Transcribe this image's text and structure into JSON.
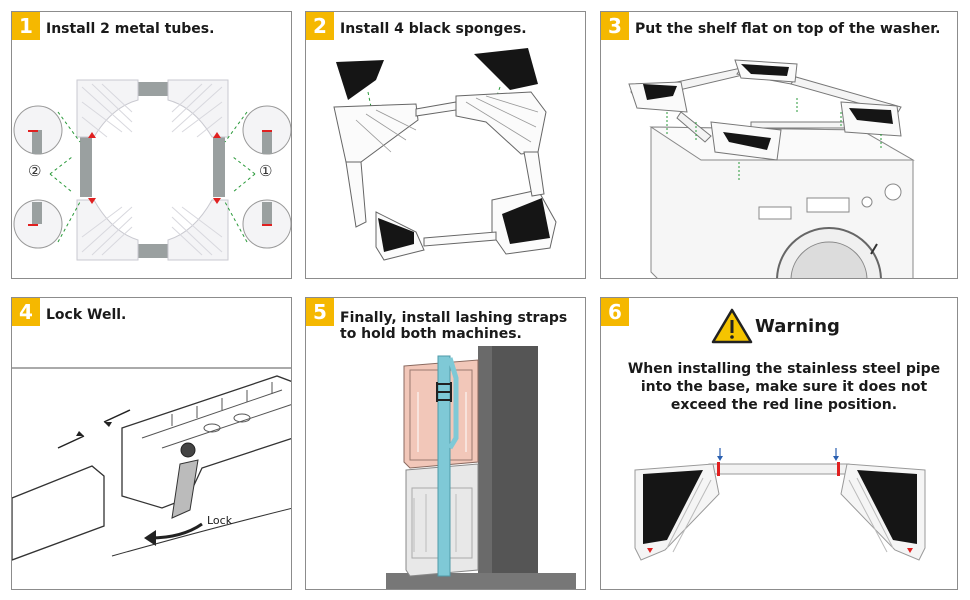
{
  "steps": [
    {
      "number": "1",
      "title": "Install 2 metal tubes."
    },
    {
      "number": "2",
      "title": "Install 4 black sponges."
    },
    {
      "number": "3",
      "title": "Put the shelf flat on top of the washer."
    },
    {
      "number": "4",
      "title": "Lock Well.",
      "lock_label": "Lock"
    },
    {
      "number": "5",
      "title": "Finally, install lashing straps\nto hold both machines."
    },
    {
      "number": "6",
      "warning_title": "Warning",
      "warning_text": "When installing the stainless steel pipe\ninto the base, make sure it does not\nexceed the red line position."
    }
  ],
  "markers": {
    "left": "②",
    "right": "①"
  },
  "colors": {
    "badge": "#f5b800",
    "red_line": "#e02020",
    "arrow_blue": "#2a5fb0",
    "strap": "#7fc9d6",
    "machine_top": "#f2c7b9"
  }
}
